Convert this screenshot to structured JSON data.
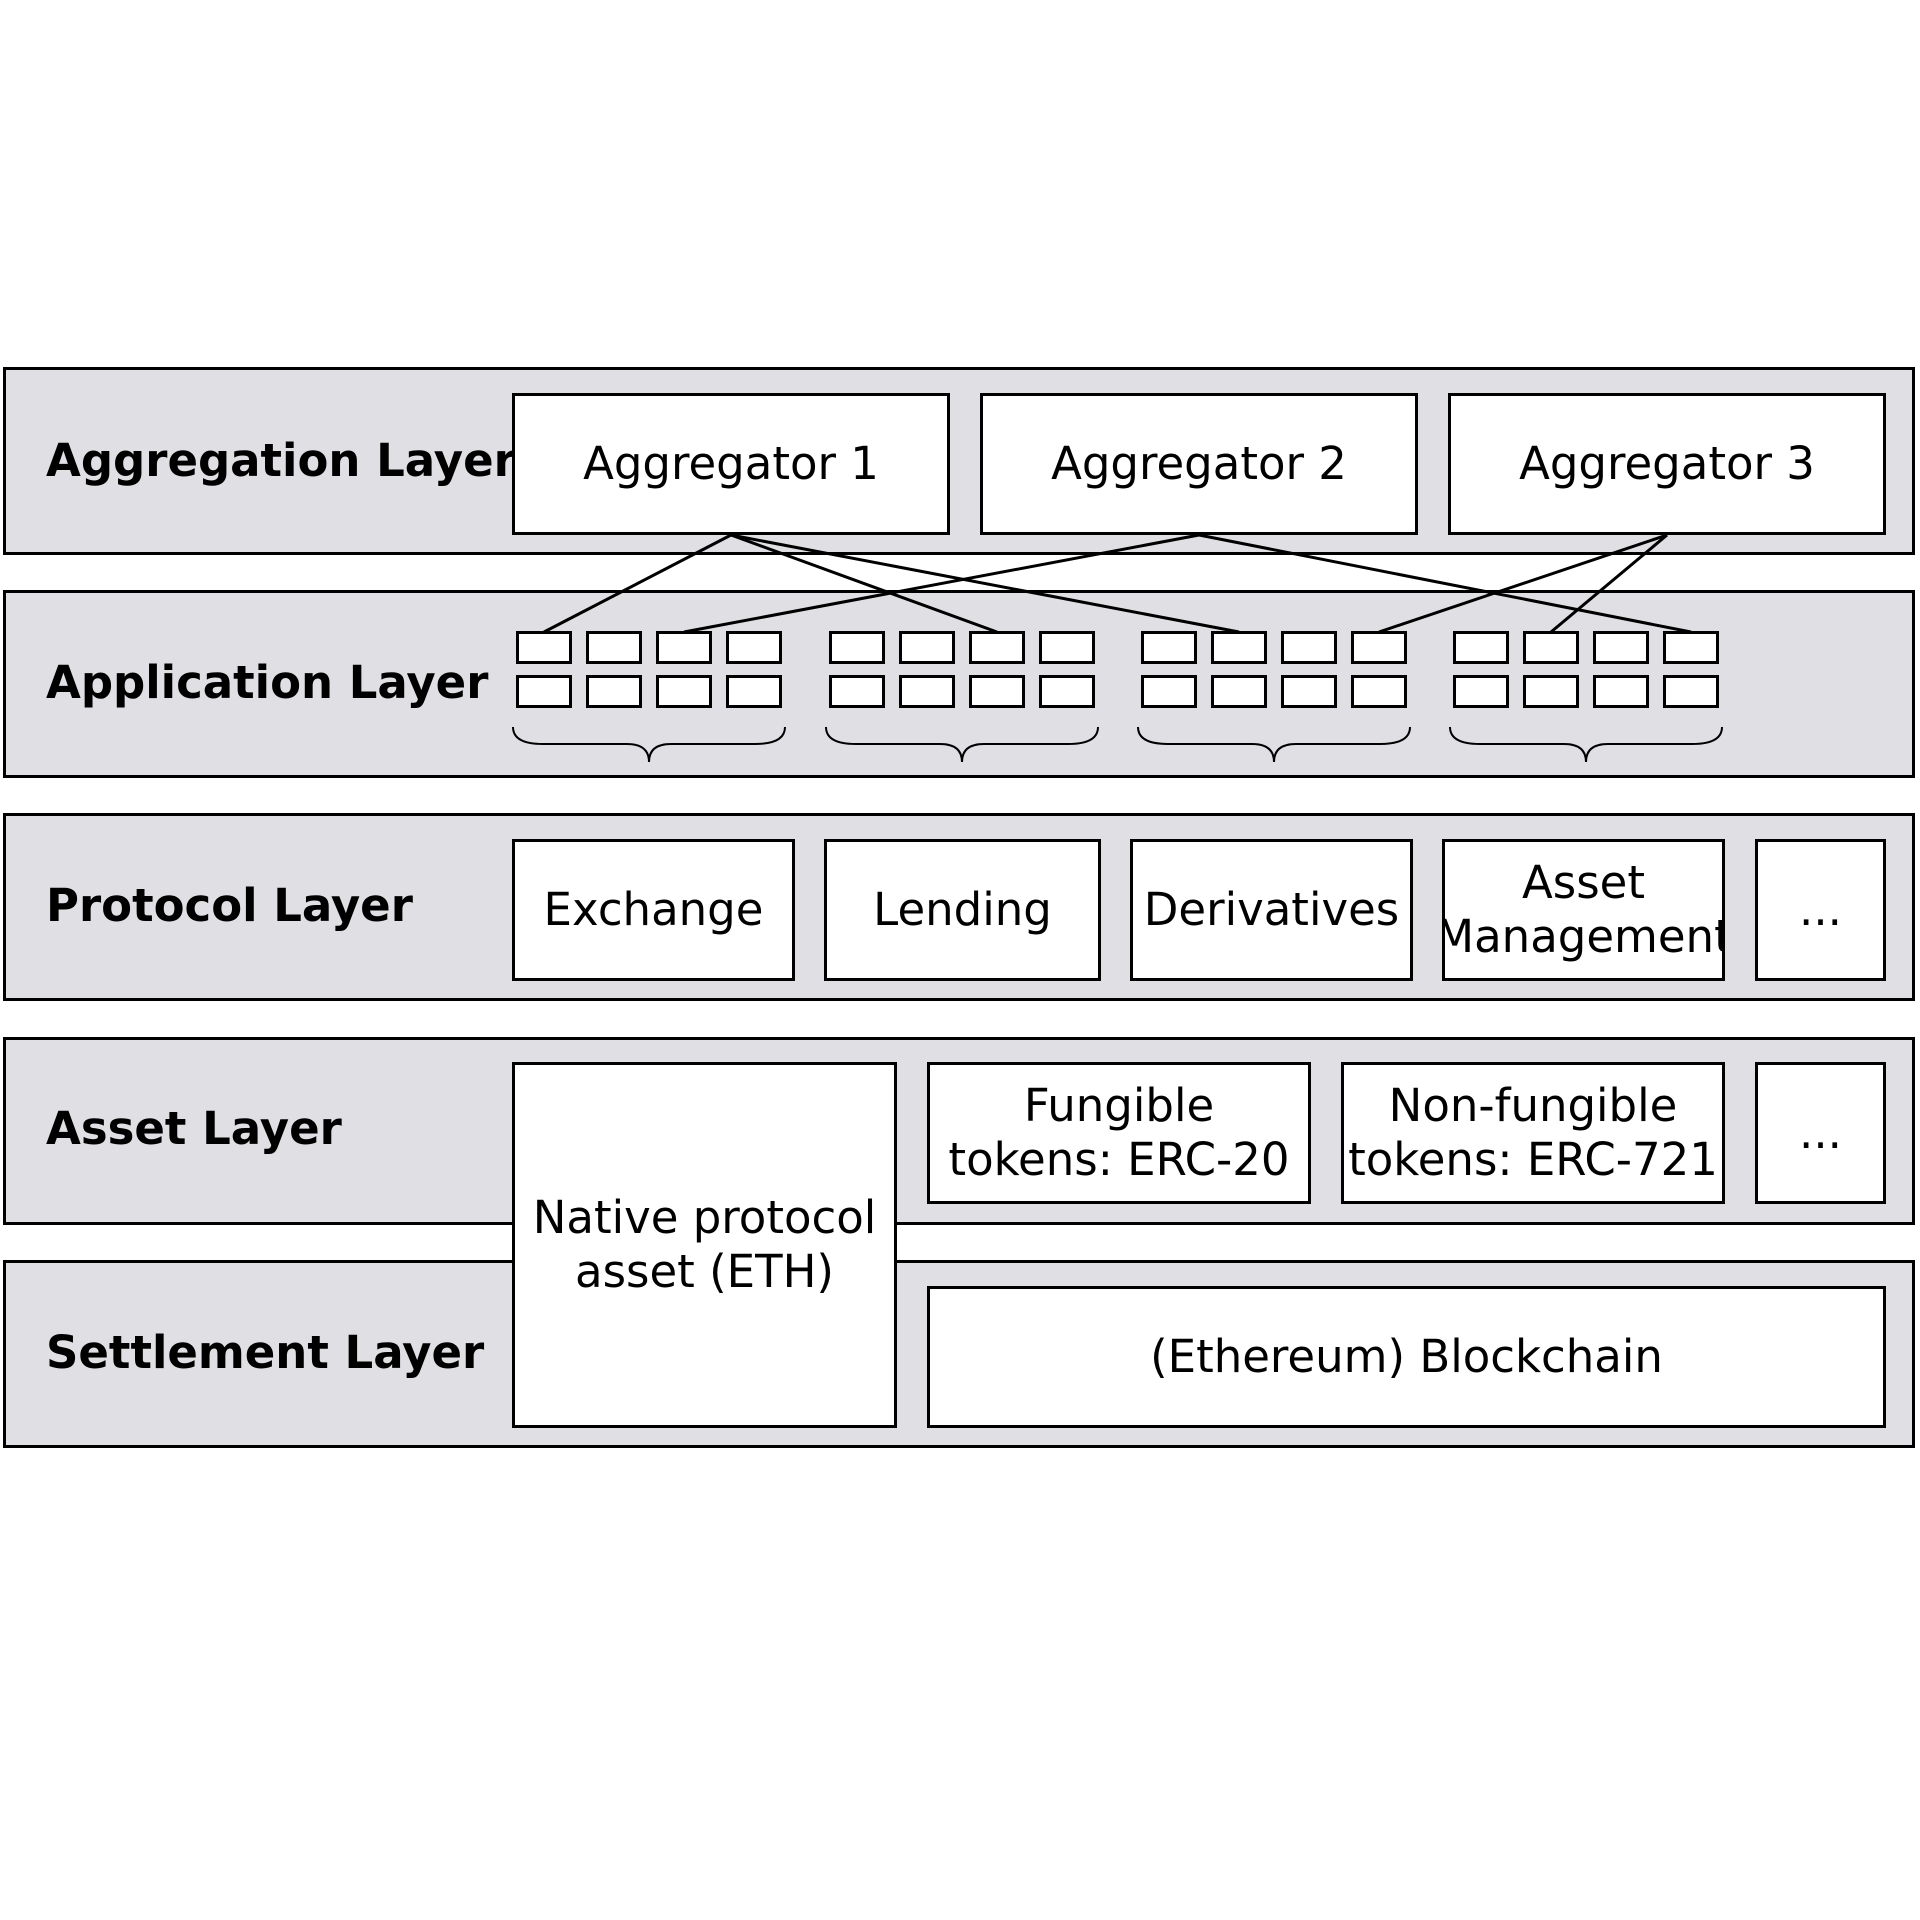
{
  "layers": {
    "aggregation": {
      "label": "Aggregation Layer"
    },
    "application": {
      "label": "Application Layer"
    },
    "protocol": {
      "label": "Protocol Layer"
    },
    "asset": {
      "label": "Asset Layer"
    },
    "settlement": {
      "label": "Settlement Layer"
    }
  },
  "aggregators": [
    {
      "label": "Aggregator 1"
    },
    {
      "label": "Aggregator 2"
    },
    {
      "label": "Aggregator 3"
    }
  ],
  "application_groups": [
    {
      "rows": 2,
      "cols": 4
    },
    {
      "rows": 2,
      "cols": 4
    },
    {
      "rows": 2,
      "cols": 4
    },
    {
      "rows": 2,
      "cols": 4
    }
  ],
  "protocols": [
    {
      "label": "Exchange"
    },
    {
      "label": "Lending"
    },
    {
      "label": "Derivatives"
    },
    {
      "label": "Asset\nManagement"
    },
    {
      "label": "..."
    }
  ],
  "assets": {
    "native": "Native protocol\nasset (ETH)",
    "fungible": "Fungible\ntokens:  ERC-20",
    "non_fungible": "Non-fungible\ntokens:  ERC-721",
    "more": "..."
  },
  "settlement": {
    "blockchain": "(Ethereum) Blockchain"
  },
  "connections": [
    {
      "from": "Aggregator 1",
      "to_group": 1,
      "to_cell": 1
    },
    {
      "from": "Aggregator 1",
      "to_group": 2,
      "to_cell": 3
    },
    {
      "from": "Aggregator 1",
      "to_group": 3,
      "to_cell": 2
    },
    {
      "from": "Aggregator 2",
      "to_group": 1,
      "to_cell": 3
    },
    {
      "from": "Aggregator 2",
      "to_group": 4,
      "to_cell": 4
    },
    {
      "from": "Aggregator 3",
      "to_group": 3,
      "to_cell": 4
    },
    {
      "from": "Aggregator 3",
      "to_group": 4,
      "to_cell": 2
    }
  ]
}
